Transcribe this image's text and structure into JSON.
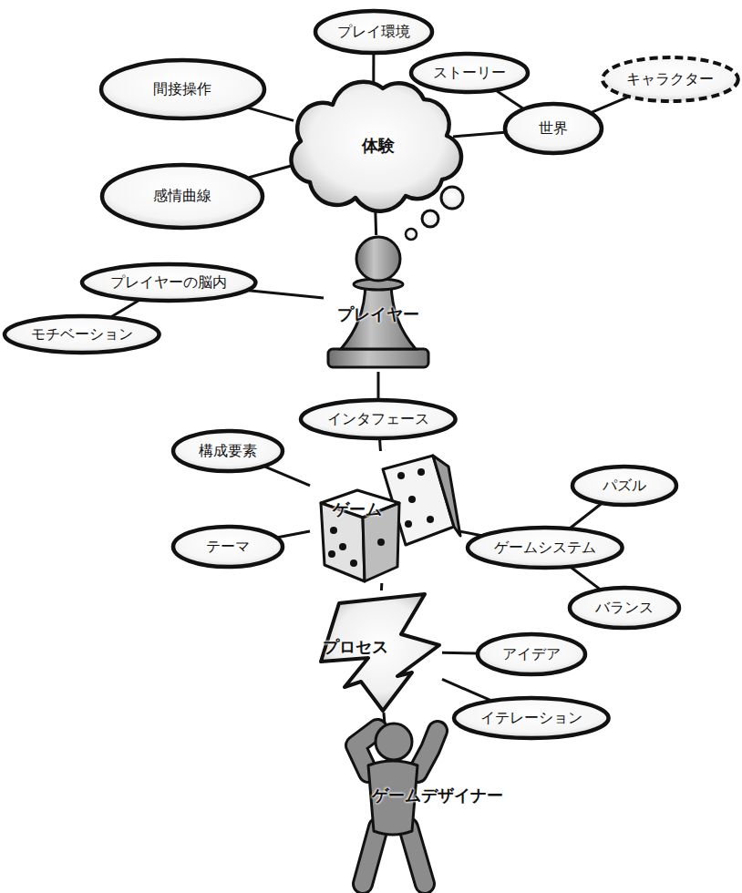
{
  "diagram": {
    "nodes": [
      {
        "text": [
          "プレイ環境"
        ]
      },
      {
        "text": [
          "間接操作"
        ]
      },
      {
        "text": [
          "ストーリー"
        ]
      },
      {
        "text": [
          "キャラクター"
        ]
      },
      {
        "text": [
          "世界"
        ]
      },
      {
        "text": [
          "体験"
        ]
      },
      {
        "text": [
          "感情曲線"
        ]
      },
      {
        "text": [
          "プレイヤーの脳内"
        ]
      },
      {
        "text": [
          "プレイヤー"
        ]
      },
      {
        "text": [
          "モチベーション"
        ]
      },
      {
        "text": [
          "インタフェース"
        ]
      },
      {
        "text": [
          "構成要素"
        ]
      },
      {
        "text": [
          "パズル"
        ]
      },
      {
        "text": [
          "ゲーム"
        ]
      },
      {
        "text": [
          "テーマ"
        ]
      },
      {
        "text": [
          "ゲームシステム"
        ]
      },
      {
        "text": [
          "バランス"
        ]
      },
      {
        "text": [
          "プロセス"
        ]
      },
      {
        "text": [
          "アイデア"
        ]
      },
      {
        "text": [
          "イテレーション"
        ]
      },
      {
        "text": [
          "ゲームデザイナー"
        ]
      }
    ],
    "edges": [
      {
        "from": 5,
        "to": 0,
        "arrow": "none"
      },
      {
        "from": 5,
        "to": 1,
        "arrow": "none"
      },
      {
        "from": 5,
        "to": 4,
        "arrow": "none"
      },
      {
        "from": 4,
        "to": 2,
        "arrow": "none"
      },
      {
        "from": 4,
        "to": 3,
        "arrow": "none"
      },
      {
        "from": 5,
        "to": 6,
        "arrow": "none"
      },
      {
        "from": 5,
        "to": 8,
        "arrow": "none"
      },
      {
        "from": 8,
        "to": 7,
        "arrow": "none"
      },
      {
        "from": 7,
        "to": 9,
        "arrow": "none"
      },
      {
        "from": 8,
        "to": 10,
        "arrow": "none"
      },
      {
        "from": 10,
        "to": 13,
        "arrow": "none"
      },
      {
        "from": 13,
        "to": 11,
        "arrow": "none"
      },
      {
        "from": 13,
        "to": 14,
        "arrow": "none"
      },
      {
        "from": 13,
        "to": 15,
        "arrow": "none"
      },
      {
        "from": 15,
        "to": 12,
        "arrow": "none"
      },
      {
        "from": 15,
        "to": 16,
        "arrow": "none"
      },
      {
        "from": 13,
        "to": 17,
        "arrow": "none"
      },
      {
        "from": 17,
        "to": 18,
        "arrow": "none"
      },
      {
        "from": 17,
        "to": 19,
        "arrow": "none"
      },
      {
        "from": 17,
        "to": 20,
        "arrow": "none"
      }
    ]
  }
}
